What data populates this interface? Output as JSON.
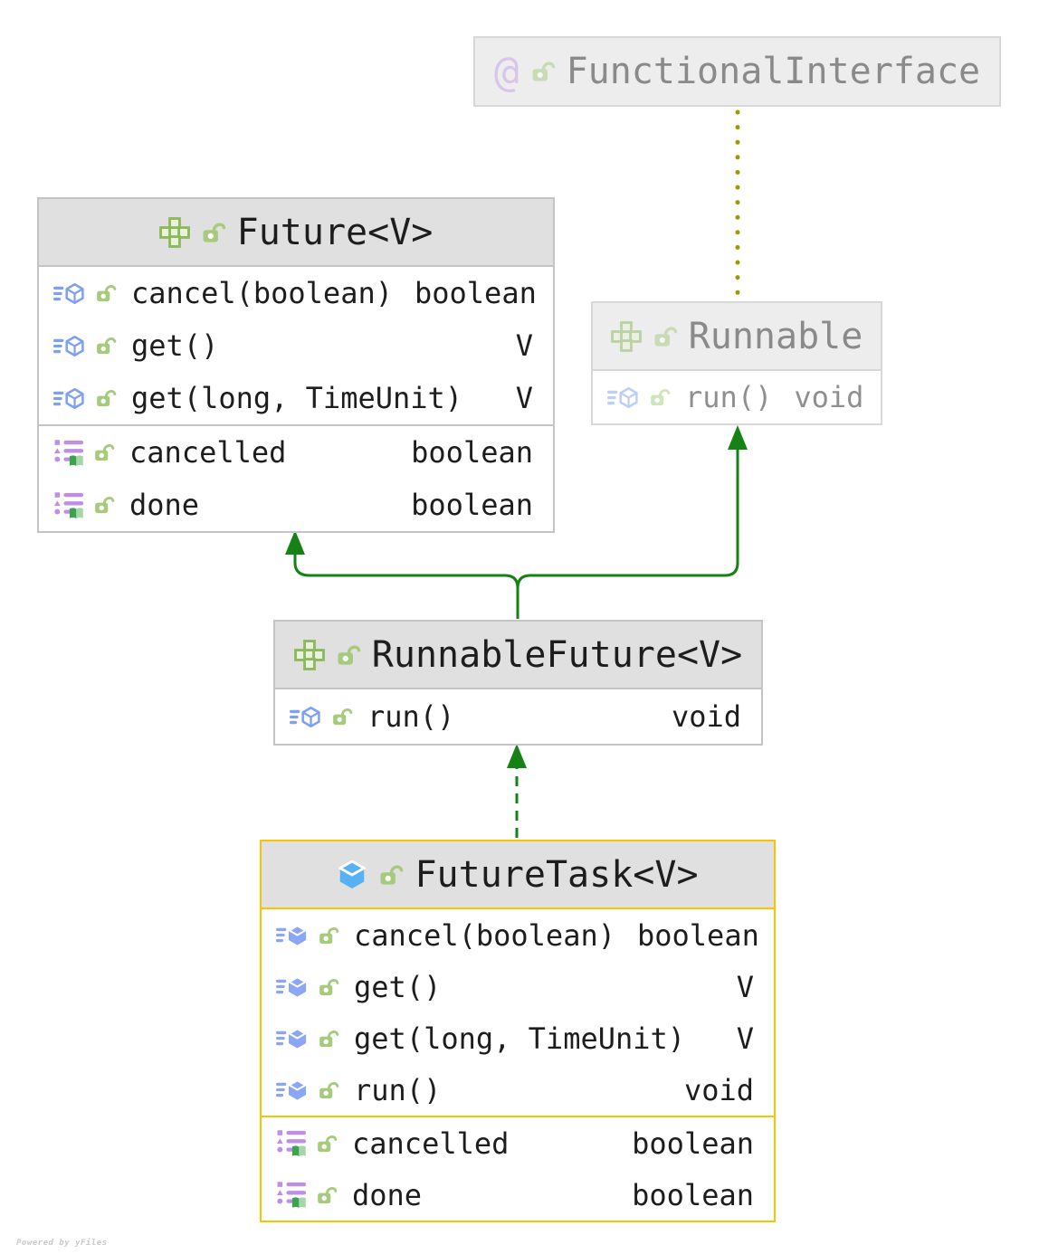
{
  "diagram": {
    "watermark": "Powered by yFiles",
    "icons": {
      "annotation_glyph": "@"
    },
    "colors": {
      "generalization_edge": "#168216",
      "annotation_edge": "#9c9c00",
      "selected_node_border": "#fcc400",
      "node_border": "#c4c4c4",
      "header_bg": "#e0e0e0",
      "muted_header_bg": "#ededed",
      "text": "#1d1d1d",
      "muted_text": "#8f8f8f",
      "interface_icon_green": "#8cb95e",
      "class_icon_blue": "#57b1f3",
      "method_icon_blue": "#7e9ff2",
      "property_icon_purple": "#be8fe3",
      "lock_icon_green": "#a6cb7d",
      "annotation_icon_purple": "#c79fe6"
    },
    "nodes": {
      "functional_interface": {
        "title": "FunctionalInterface",
        "kind": "annotation"
      },
      "future": {
        "title": "Future<V>",
        "kind": "interface",
        "methods": [
          {
            "name": "cancel(boolean)",
            "type": "boolean"
          },
          {
            "name": "get()",
            "type": "V"
          },
          {
            "name": "get(long, TimeUnit)",
            "type": "V"
          }
        ],
        "properties": [
          {
            "name": "cancelled",
            "type": "boolean"
          },
          {
            "name": "done",
            "type": "boolean"
          }
        ]
      },
      "runnable": {
        "title": "Runnable",
        "kind": "interface",
        "methods": [
          {
            "name": "run()",
            "type": "void"
          }
        ]
      },
      "runnable_future": {
        "title": "RunnableFuture<V>",
        "kind": "interface",
        "methods": [
          {
            "name": "run()",
            "type": "void"
          }
        ]
      },
      "future_task": {
        "title": "FutureTask<V>",
        "kind": "class",
        "methods": [
          {
            "name": "cancel(boolean)",
            "type": "boolean"
          },
          {
            "name": "get()",
            "type": "V"
          },
          {
            "name": "get(long, TimeUnit)",
            "type": "V"
          },
          {
            "name": "run()",
            "type": "void"
          }
        ],
        "properties": [
          {
            "name": "cancelled",
            "type": "boolean"
          },
          {
            "name": "done",
            "type": "boolean"
          }
        ]
      }
    },
    "edges": [
      {
        "from": "RunnableFuture<V>",
        "to": "Future<V>",
        "relation": "extends",
        "style": "solid"
      },
      {
        "from": "RunnableFuture<V>",
        "to": "Runnable",
        "relation": "extends",
        "style": "solid"
      },
      {
        "from": "FutureTask<V>",
        "to": "RunnableFuture<V>",
        "relation": "implements",
        "style": "dashed"
      },
      {
        "from": "FunctionalInterface",
        "to": "Runnable",
        "relation": "annotates",
        "style": "dotted"
      }
    ]
  }
}
